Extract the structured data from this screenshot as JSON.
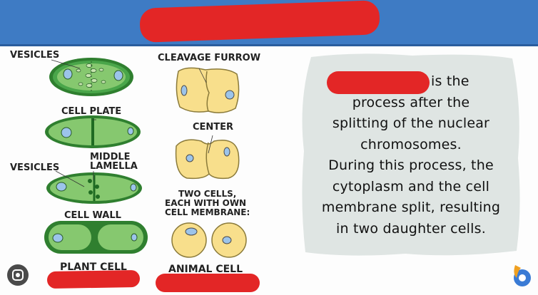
{
  "diagram": {
    "labels": {
      "vesicles_top": "VESICLES",
      "cleavage_furrow": "CLEAVAGE FURROW",
      "cell_plate": "CELL PLATE",
      "center": "CENTER",
      "middle_lamella_1": "MIDDLE",
      "middle_lamella_2": "LAMELLA",
      "vesicles_mid": "VESICLES",
      "two_cells_1": "TWO CELLS,",
      "two_cells_2": "EACH  WITH OWN",
      "two_cells_3": "CELL MEMBRANE:",
      "cell_wall": "CELL WALL",
      "plant_cell": "PLANT CELL",
      "animal_cell": "ANIMAL CELL"
    },
    "colors": {
      "plant_green": "#4aa64a",
      "plant_dark": "#1f6b22",
      "animal_yellow": "#f8df8c",
      "nucleus_blue": "#9cc4ea",
      "banner_blue": "#3e7bc4",
      "redaction_red": "#e32626"
    }
  },
  "description": {
    "line1": "is the",
    "line2": "process after the",
    "line3": "splitting of the nuclear",
    "line4": "chromosomes.",
    "line5": "During this process, the",
    "line6": "cytoplasm and the cell",
    "line7": "membrane split, resulting",
    "line8": "in two daughter cells."
  },
  "icons": {
    "lens": "google-lens-icon",
    "logo": "brand-logo-icon"
  }
}
